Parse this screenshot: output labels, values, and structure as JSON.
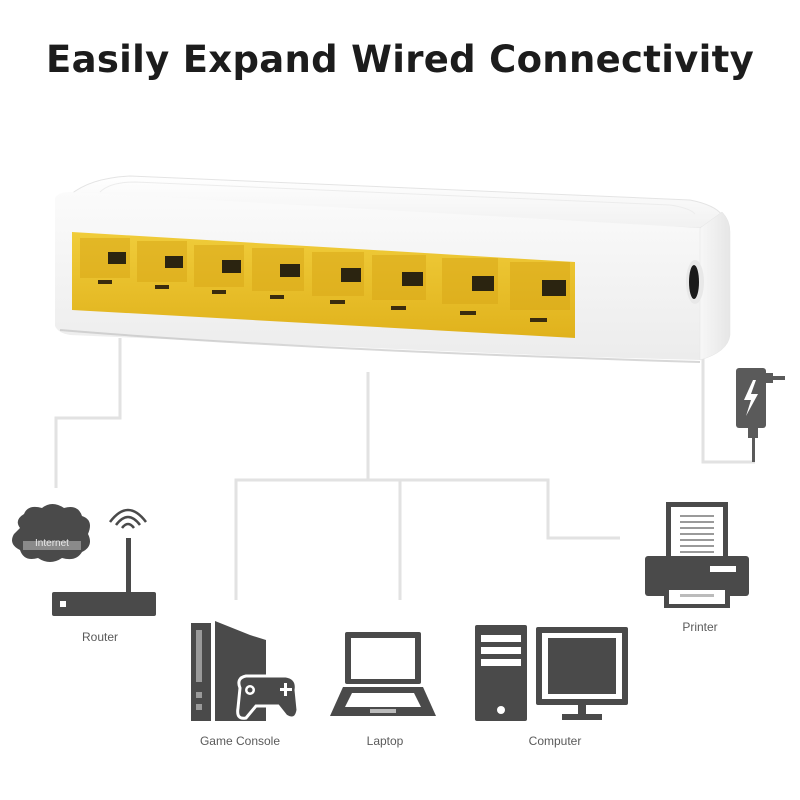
{
  "title": "Easily Expand Wired Connectivity",
  "switch": {
    "port_count": 8,
    "port_color": "#e8c32a",
    "body_color": "#f7f7f7",
    "power_port": "dc-in"
  },
  "power_adapter": {
    "icon": "power-adapter-icon"
  },
  "devices": [
    {
      "label": "Router",
      "icon": "router-icon",
      "cloud_label": "Internet"
    },
    {
      "label": "Game Console",
      "icon": "game-console-icon"
    },
    {
      "label": "Laptop",
      "icon": "laptop-icon"
    },
    {
      "label": "Computer",
      "icon": "computer-icon"
    },
    {
      "label": "Printer",
      "icon": "printer-icon"
    }
  ],
  "colors": {
    "icon": "#4a4a4a",
    "line": "#e2e2e2",
    "title": "#1c1c1c"
  }
}
